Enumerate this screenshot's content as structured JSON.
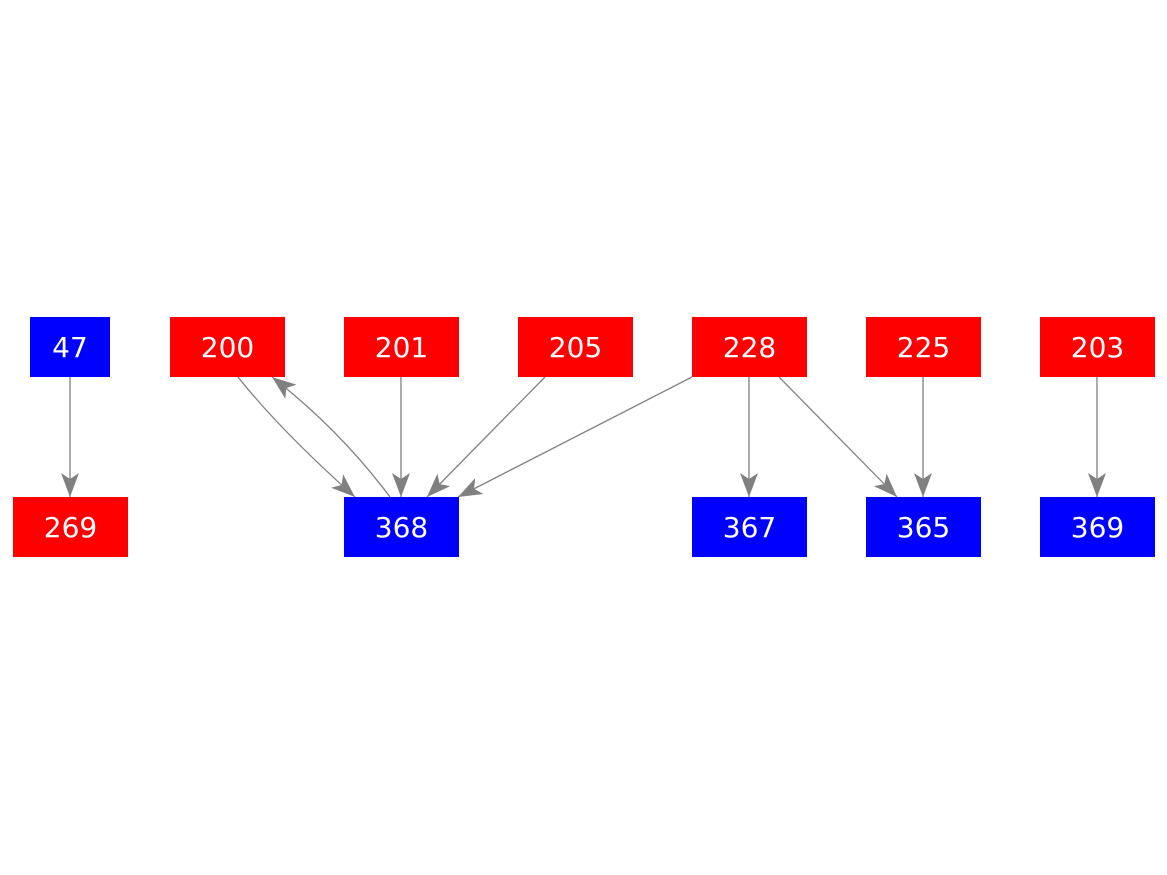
{
  "colors": {
    "red_node": "#ff0000",
    "blue_node": "#0000ff",
    "edge": "#808080",
    "label": "#ffffff"
  },
  "nodes": [
    {
      "id": "n47",
      "label": "47",
      "color": "blue"
    },
    {
      "id": "n200",
      "label": "200",
      "color": "red"
    },
    {
      "id": "n201",
      "label": "201",
      "color": "red"
    },
    {
      "id": "n205",
      "label": "205",
      "color": "red"
    },
    {
      "id": "n228",
      "label": "228",
      "color": "red"
    },
    {
      "id": "n225",
      "label": "225",
      "color": "red"
    },
    {
      "id": "n203",
      "label": "203",
      "color": "red"
    },
    {
      "id": "n269",
      "label": "269",
      "color": "red"
    },
    {
      "id": "n368",
      "label": "368",
      "color": "blue"
    },
    {
      "id": "n367",
      "label": "367",
      "color": "blue"
    },
    {
      "id": "n365",
      "label": "365",
      "color": "blue"
    },
    {
      "id": "n369",
      "label": "369",
      "color": "blue"
    }
  ],
  "edges": [
    {
      "from": "47",
      "to": "269"
    },
    {
      "from": "200",
      "to": "368"
    },
    {
      "from": "368",
      "to": "200"
    },
    {
      "from": "201",
      "to": "368"
    },
    {
      "from": "205",
      "to": "368"
    },
    {
      "from": "228",
      "to": "368"
    },
    {
      "from": "228",
      "to": "367"
    },
    {
      "from": "228",
      "to": "365"
    },
    {
      "from": "225",
      "to": "365"
    },
    {
      "from": "203",
      "to": "369"
    }
  ]
}
